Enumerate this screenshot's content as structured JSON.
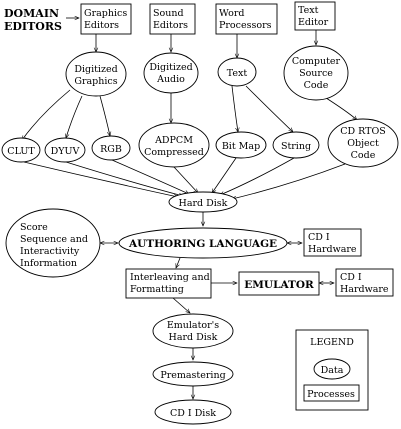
{
  "title": [
    "DOMAIN",
    "EDITORS"
  ],
  "processes": {
    "graphics_editors": [
      "Graphics",
      "Editors"
    ],
    "sound_editors": [
      "Sound",
      "Editors"
    ],
    "word_processors": [
      "Word",
      "Processors"
    ],
    "text_editor": [
      "Text",
      "Editor"
    ],
    "cdi_hardware_1": [
      "CD    I",
      "Hardware"
    ],
    "interleaving": [
      "Interleaving and",
      "Formatting"
    ],
    "emulator": [
      "EMULATOR"
    ],
    "cdi_hardware_2": [
      "CD    I",
      "Hardware"
    ],
    "legend_process": [
      "Processes"
    ]
  },
  "data_nodes": {
    "digitized_graphics": [
      "Digitized",
      "Graphics"
    ],
    "digitized_audio": [
      "Digitized",
      "Audio"
    ],
    "text": [
      "Text"
    ],
    "source_code": [
      "Computer",
      "Source",
      "Code"
    ],
    "clut": [
      "CLUT"
    ],
    "dyuv": [
      "DYUV"
    ],
    "rgb": [
      "RGB"
    ],
    "adpcm": [
      "ADPCM",
      "Compressed"
    ],
    "bitmap": [
      "Bit Map"
    ],
    "string": [
      "String"
    ],
    "object_code": [
      "CD    RTOS",
      "Object",
      "Code"
    ],
    "hard_disk": [
      "Hard Disk"
    ],
    "score": [
      "Score",
      "Sequence and",
      "Interactivity",
      "Information"
    ],
    "authoring": [
      "AUTHORING LANGUAGE"
    ],
    "emulator_disk": [
      "Emulator's",
      "Hard Disk"
    ],
    "premastering": [
      "Premastering"
    ],
    "cdi_disk": [
      "CD    I Disk"
    ],
    "legend_data": [
      "Data"
    ]
  },
  "legend": {
    "title": "LEGEND"
  }
}
